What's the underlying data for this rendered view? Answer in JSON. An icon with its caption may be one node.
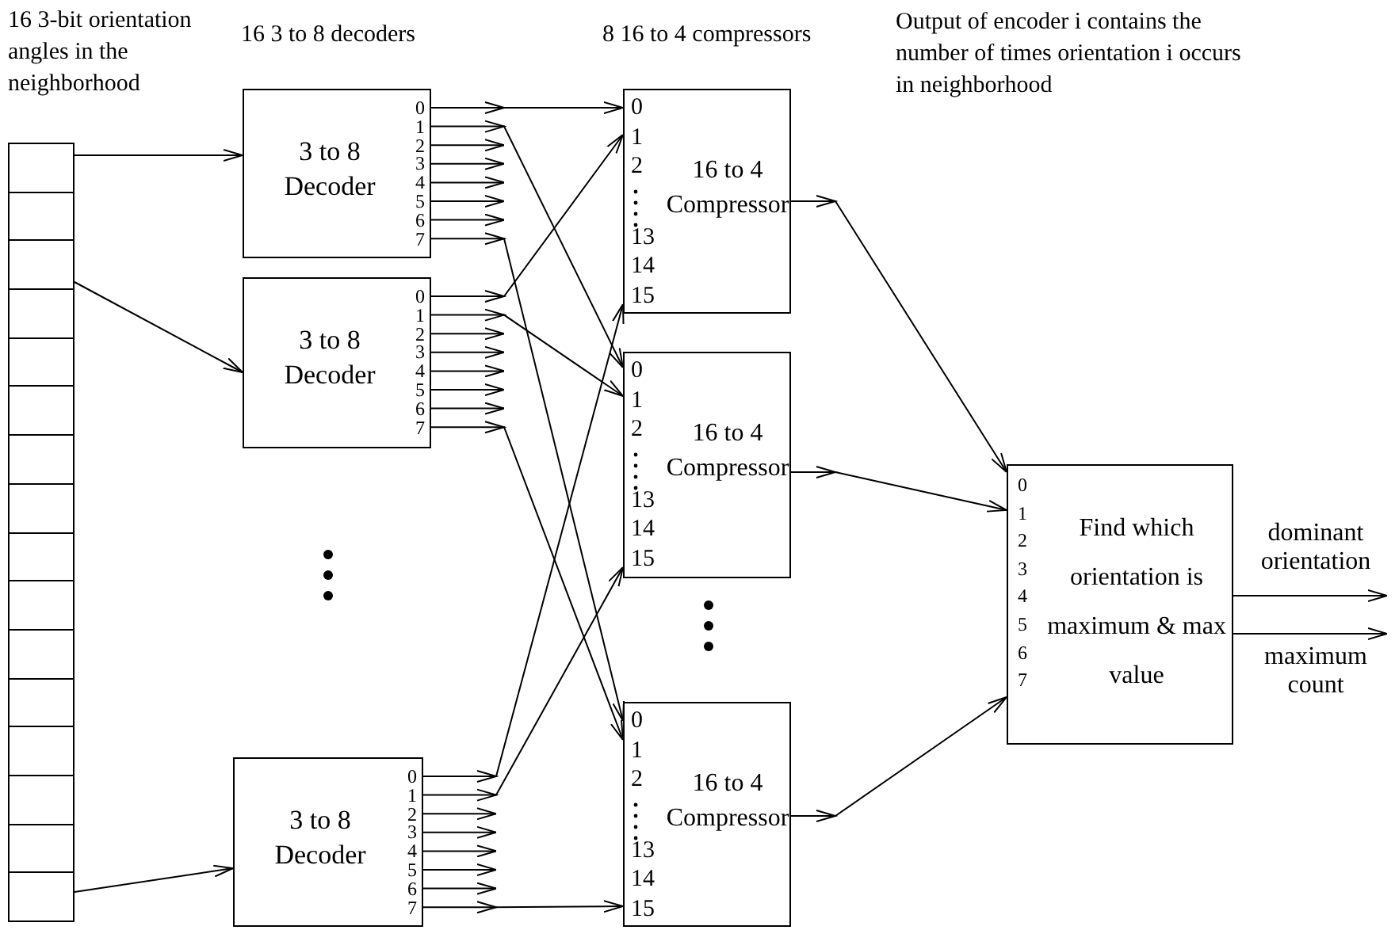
{
  "diagram": {
    "nodes": [
      {
        "text": [
          "16 3-bit orientation angles in the neighborhood"
        ]
      },
      {
        "text": [
          "3 to 8 Decoder",
          "0",
          "1",
          "2",
          "3",
          "4",
          "5",
          "6",
          "7"
        ]
      },
      {
        "text": [
          "3 to 8 Decoder",
          "0",
          "1",
          "2",
          "3",
          "4",
          "5",
          "6",
          "7"
        ]
      },
      {
        "text": [
          "3 to 8 Decoder",
          "0",
          "1",
          "2",
          "3",
          "4",
          "5",
          "6",
          "7"
        ]
      },
      {
        "text": [
          "16 to 4 Compressor",
          "0",
          "1",
          "2",
          "13",
          "14",
          "15"
        ]
      },
      {
        "text": [
          "16 to 4 Compressor",
          "0",
          "1",
          "2",
          "13",
          "14",
          "15"
        ]
      },
      {
        "text": [
          "16 to 4 Compressor",
          "0",
          "1",
          "2",
          "13",
          "14",
          "15"
        ]
      },
      {
        "text": [
          "Find which orientation is maximum & max value",
          "0",
          "1",
          "2",
          "3",
          "4",
          "5",
          "6",
          "7"
        ]
      }
    ],
    "edges": [
      {
        "from": 0,
        "to": 1,
        "arrow": "to"
      },
      {
        "from": 0,
        "to": 2,
        "arrow": "to"
      },
      {
        "from": 0,
        "to": 3,
        "arrow": "to"
      },
      {
        "from": 1,
        "to": 4,
        "arrow": "to"
      },
      {
        "from": 1,
        "to": 5,
        "arrow": "to"
      },
      {
        "from": 1,
        "to": 6,
        "arrow": "to"
      },
      {
        "from": 2,
        "to": 4,
        "arrow": "to"
      },
      {
        "from": 2,
        "to": 5,
        "arrow": "to"
      },
      {
        "from": 2,
        "to": 6,
        "arrow": "to"
      },
      {
        "from": 3,
        "to": 4,
        "arrow": "to"
      },
      {
        "from": 3,
        "to": 5,
        "arrow": "to"
      },
      {
        "from": 3,
        "to": 6,
        "arrow": "to"
      },
      {
        "from": 1,
        "to": null,
        "arrow": "to"
      },
      {
        "from": 1,
        "to": null,
        "arrow": "to"
      },
      {
        "from": 1,
        "to": null,
        "arrow": "to"
      },
      {
        "from": 1,
        "to": null,
        "arrow": "to"
      },
      {
        "from": 1,
        "to": null,
        "arrow": "to"
      },
      {
        "from": 2,
        "to": null,
        "arrow": "to"
      },
      {
        "from": 2,
        "to": null,
        "arrow": "to"
      },
      {
        "from": 2,
        "to": null,
        "arrow": "to"
      },
      {
        "from": 2,
        "to": null,
        "arrow": "to"
      },
      {
        "from": 2,
        "to": null,
        "arrow": "to"
      },
      {
        "from": 3,
        "to": null,
        "arrow": "to"
      },
      {
        "from": 3,
        "to": null,
        "arrow": "to"
      },
      {
        "from": 3,
        "to": null,
        "arrow": "to"
      },
      {
        "from": 3,
        "to": null,
        "arrow": "to"
      },
      {
        "from": 3,
        "to": null,
        "arrow": "to"
      },
      {
        "from": 4,
        "to": 7,
        "arrow": "to"
      },
      {
        "from": 5,
        "to": 7,
        "arrow": "to"
      },
      {
        "from": 6,
        "to": 7,
        "arrow": "to"
      },
      {
        "from": 7,
        "to": null,
        "arrow": "to",
        "label": "dominant orientation"
      },
      {
        "from": 7,
        "to": null,
        "arrow": "to",
        "label": "maximum count"
      }
    ],
    "labels": [
      "16 3 to 8 decoders",
      "8 16 to 4 compressors",
      "Output of encoder i contains the number of times orientation i occurs in neighborhood"
    ]
  }
}
